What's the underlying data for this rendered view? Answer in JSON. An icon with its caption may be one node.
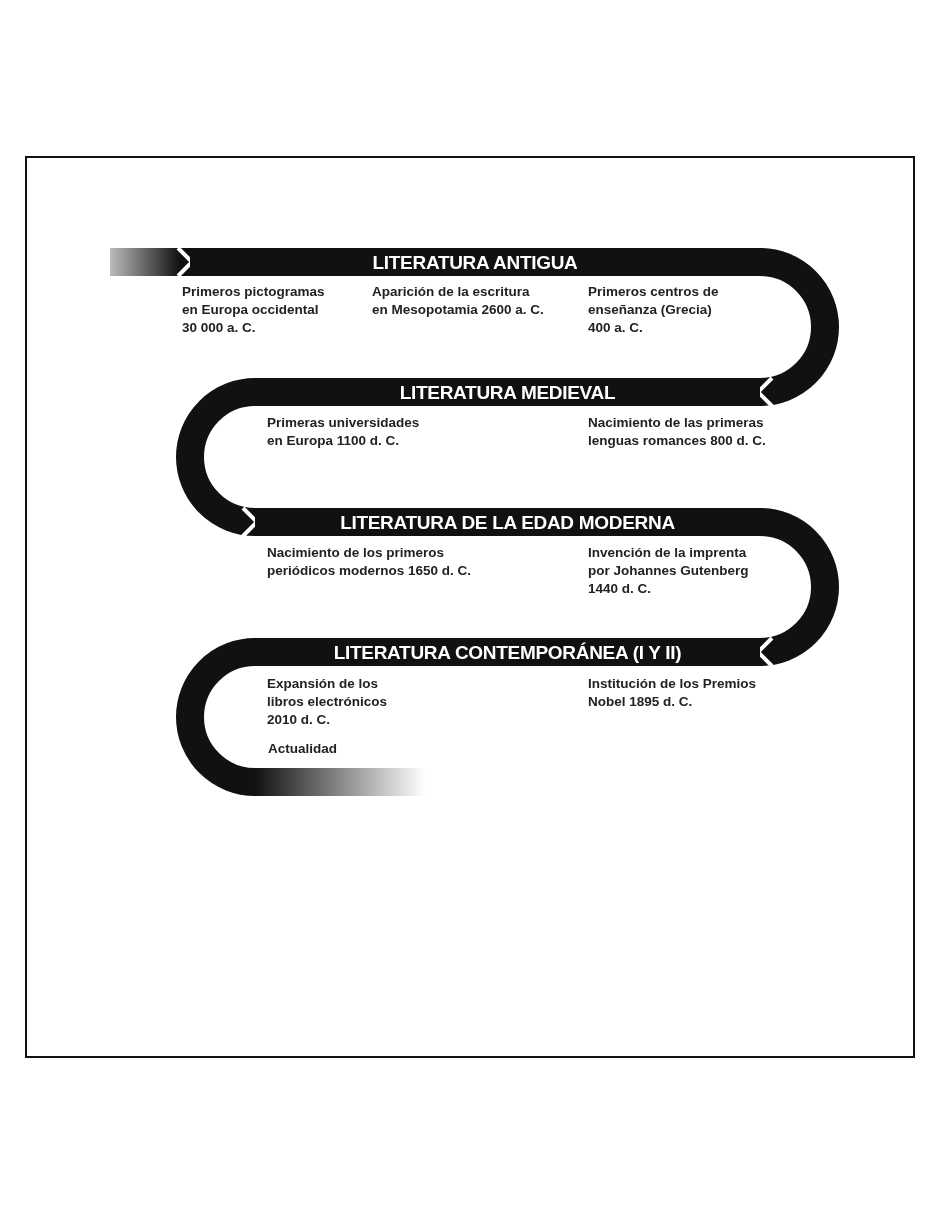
{
  "diagram": {
    "nodes": [
      {
        "text": [
          "LITERATURA ANTIGUA"
        ]
      },
      {
        "text": [
          "LITERATURA MEDIEVAL"
        ]
      },
      {
        "text": [
          "LITERATURA DE LA EDAD MODERNA"
        ]
      },
      {
        "text": [
          "LITERATURA CONTEMPORÁNEA (I Y II)"
        ]
      }
    ],
    "edges": [
      {
        "from": null,
        "to": 0,
        "arrow": "to"
      },
      {
        "from": 0,
        "to": 1,
        "arrow": "to"
      },
      {
        "from": 1,
        "to": 2,
        "arrow": "to"
      },
      {
        "from": 2,
        "to": 3,
        "arrow": "to"
      },
      {
        "from": 3,
        "to": null,
        "arrow": "none"
      }
    ],
    "labels": [
      "Primeros pictogramas en Europa occidental 30 000 a. C.",
      "Aparición de la escritura en Mesopotamia 2600 a. C.",
      "Primeros centros de enseñanza (Grecia) 400 a. C.",
      "Primeras universidades en Europa 1100 d. C.",
      "Nacimiento de las primeras lenguas romances 800 d. C.",
      "Nacimiento de los primeros periódicos modernos 1650 d. C.",
      "Invención de la imprenta por Johannes Gutenberg 1440 d. C.",
      "Expansión de los libros electrónicos 2010 d. C.",
      "Institución de los Premios Nobel 1895 d. C.",
      "Actualidad"
    ]
  }
}
